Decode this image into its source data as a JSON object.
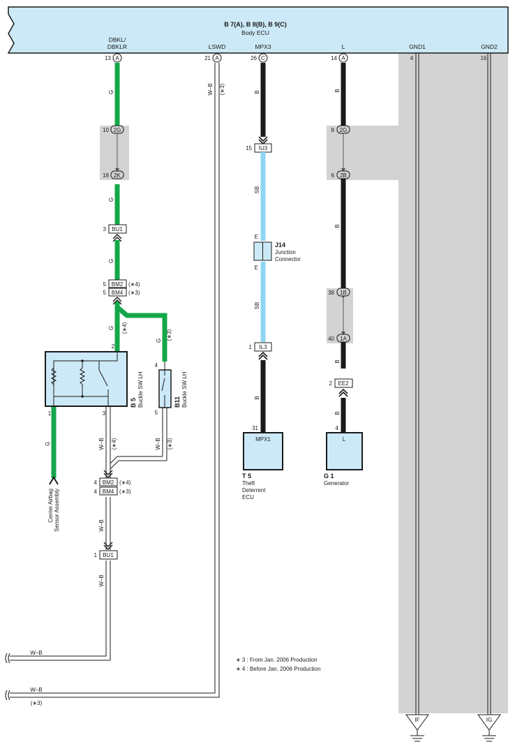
{
  "ecu": {
    "title": "B 7(A), B 8(B), B 9(C)",
    "name": "Body ECU"
  },
  "pins": {
    "dbkl": {
      "label1": "DBKL/",
      "label2": "DBKLR",
      "num": "13",
      "conn": "A"
    },
    "lswd": {
      "label": "LSWD",
      "num": "21",
      "conn": "A"
    },
    "mpx3": {
      "label": "MPX3",
      "num": "26",
      "conn": "C"
    },
    "l": {
      "label": "L",
      "num": "14",
      "conn": "A"
    },
    "gnd1": {
      "label": "GND1",
      "num": "4"
    },
    "gnd2": {
      "label": "GND2",
      "num": "16"
    }
  },
  "wires": {
    "g": "G",
    "b": "B",
    "sb": "SB",
    "wb": "W–B",
    "e": "E"
  },
  "notes": {
    "n3": "(∗3)",
    "n4": "(∗4)"
  },
  "connectors": {
    "c2g_l": {
      "num": "10",
      "label": "2G"
    },
    "c2k": {
      "num": "18",
      "label": "2K"
    },
    "bu1_t": {
      "num": "3",
      "label": "BU1"
    },
    "bm2_t": {
      "num": "5",
      "label": "BM2"
    },
    "bm4_t": {
      "num": "5",
      "label": "BM4"
    },
    "iu3": {
      "num": "15",
      "label": "IU3"
    },
    "il3": {
      "num": "1",
      "label": "IL3"
    },
    "c2g_r": {
      "num": "8",
      "label": "2G"
    },
    "c2b": {
      "num": "6",
      "label": "2B"
    },
    "c1b": {
      "num": "38",
      "label": "1B"
    },
    "c1a": {
      "num": "40",
      "label": "1A"
    },
    "ee2": {
      "num": "2",
      "label": "EE2"
    },
    "bm2_b": {
      "num": "4",
      "label": "BM2"
    },
    "bm4_b": {
      "num": "4",
      "label": "BM4"
    },
    "bu1_b": {
      "num": "1",
      "label": "BU1"
    }
  },
  "components": {
    "b5": {
      "code": "B 5",
      "name": "Buckle SW LH",
      "pin_top": "2",
      "pin_l": "1",
      "pin_r": "3"
    },
    "b11": {
      "code": "B11",
      "name": "Buckle SW LH",
      "pin_top": "4",
      "pin_bot": "5"
    },
    "j14": {
      "code": "J14",
      "line1": "Junction",
      "line2": "Connector"
    },
    "t5": {
      "code": "T 5",
      "line1": "Theft",
      "line2": "Deterrent",
      "line3": "ECU",
      "terminal": "MPX1",
      "pin": "31"
    },
    "g1": {
      "code": "G 1",
      "name": "Generator",
      "terminal": "L",
      "pin": "4"
    },
    "airbag": {
      "line1": "Center Airbag",
      "line2": "Sensor Assembly"
    }
  },
  "grounds": {
    "if": "IF",
    "ig": "IG"
  },
  "footnotes": {
    "f3": "∗ 3 : From Jan.  2006 Production",
    "f4": "∗ 4 : Before Jan.  2006 Production"
  },
  "colors": {
    "ecu_fill": "#cce9f7",
    "green": "#14a84a",
    "black": "#1a1a1a",
    "skyblue": "#8fd4f2",
    "gray": "#d3d3d3"
  }
}
